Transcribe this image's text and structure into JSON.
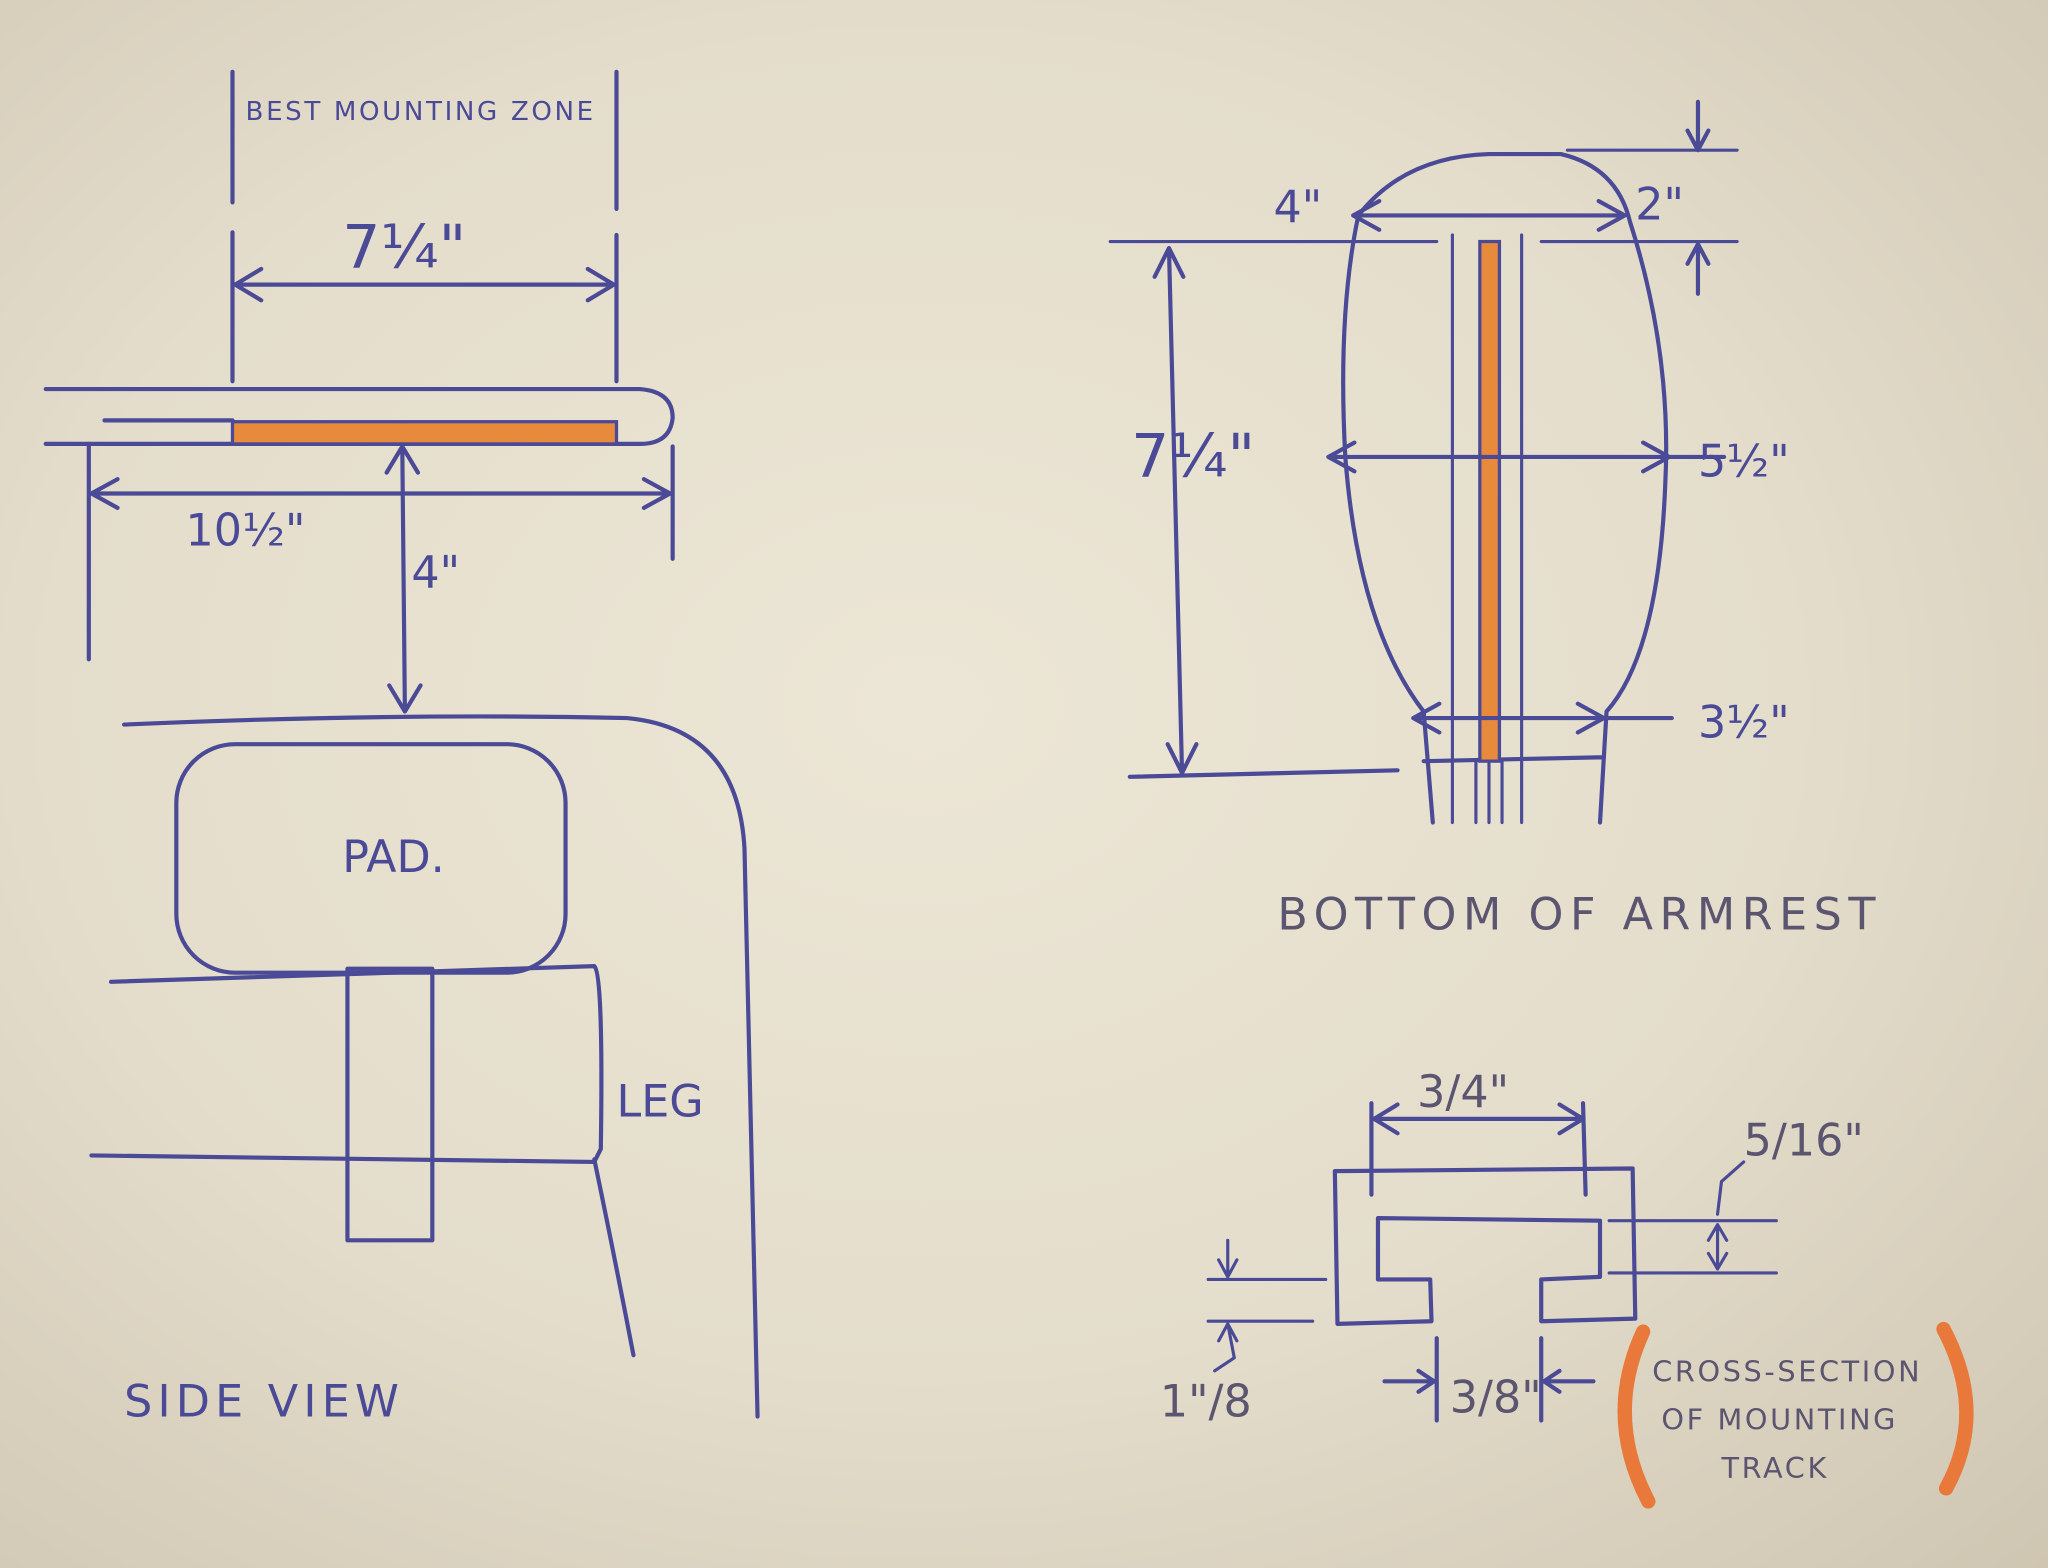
{
  "side_view": {
    "title": "SIDE VIEW",
    "zone_label": "BEST MOUNTING ZONE",
    "dim_zone": "7¼\"",
    "dim_armrest": "10½\"",
    "dim_gap": "4\"",
    "pad_label": "PAD.",
    "leg_label": "LEG"
  },
  "bottom_view": {
    "title": "BOTTOM OF ARMREST",
    "dim_top_width": "4\"",
    "dim_top_offset": "2\"",
    "dim_length": "7¼\"",
    "dim_mid_width": "5½\"",
    "dim_bottom_width": "3½\""
  },
  "cross_section": {
    "title_lines": [
      "CROSS-SECTION",
      "OF MOUNTING",
      "TRACK"
    ],
    "dim_outer": "3/4\"",
    "dim_height": "5/16\"",
    "dim_thickness": "1\"/8",
    "dim_slot": "3/8\""
  },
  "colors": {
    "ink": "#4b4a96",
    "highlight": "#e88a3c",
    "paper": "#e4ddcb"
  }
}
